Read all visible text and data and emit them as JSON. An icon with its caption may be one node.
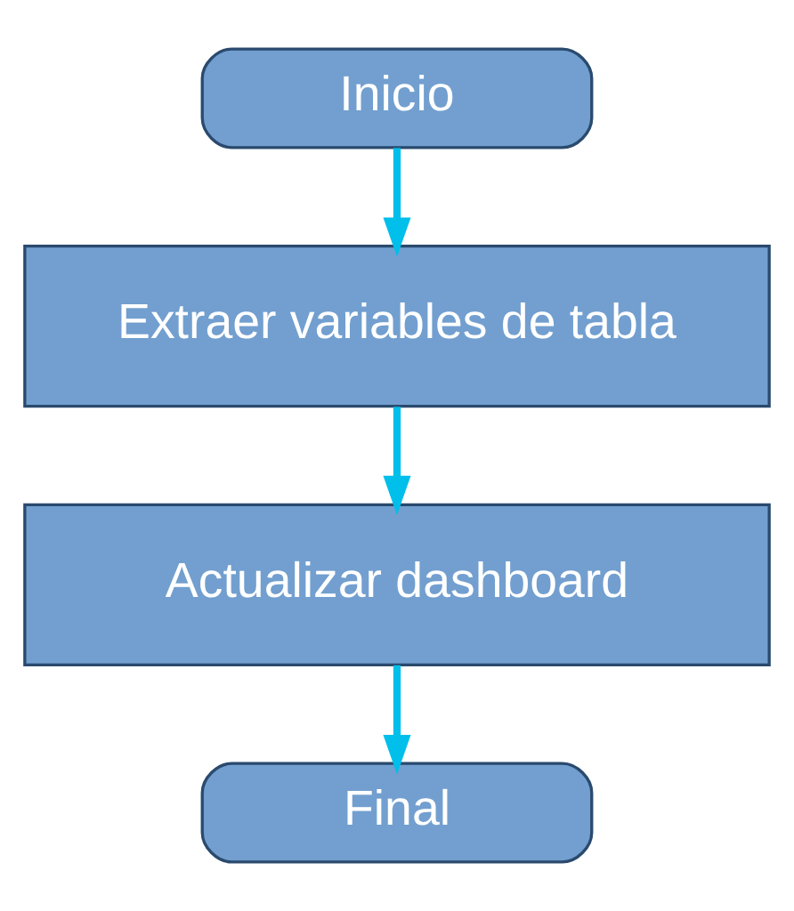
{
  "diagram": {
    "nodes": [
      {
        "text": [
          "Inicio"
        ]
      },
      {
        "text": [
          "Extraer variables de tabla"
        ]
      },
      {
        "text": [
          "Actualizar dashboard"
        ]
      },
      {
        "text": [
          "Final"
        ]
      }
    ],
    "edges": [
      {
        "from": 0,
        "to": 1,
        "arrow": "to"
      },
      {
        "from": 1,
        "to": 2,
        "arrow": "to"
      },
      {
        "from": 2,
        "to": 3,
        "arrow": "to"
      }
    ]
  }
}
